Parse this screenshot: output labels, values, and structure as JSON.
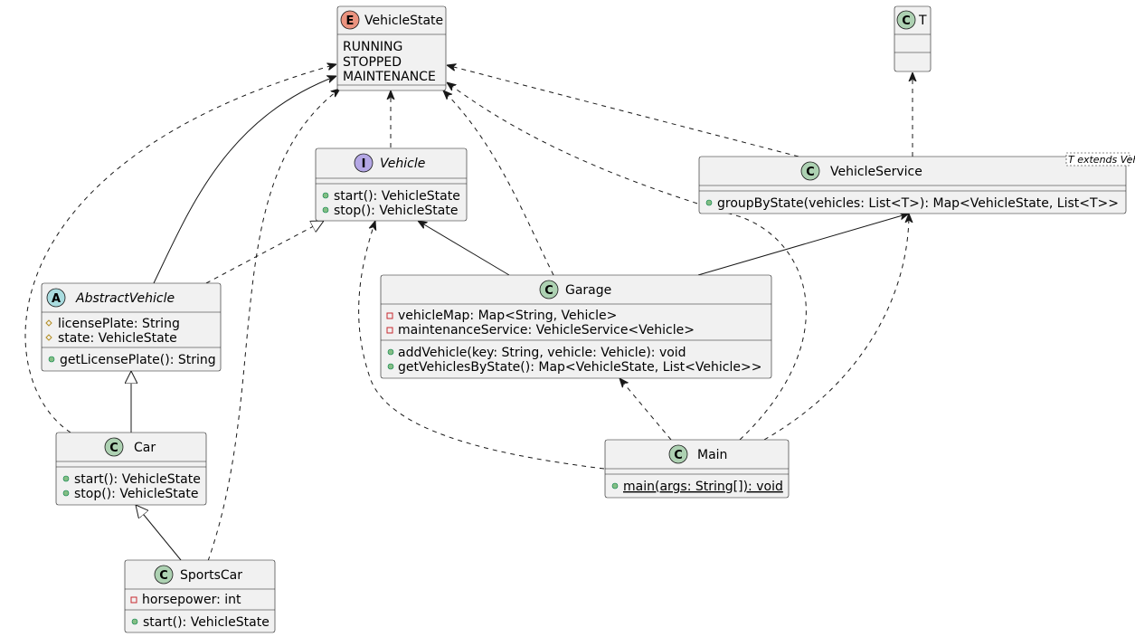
{
  "colors": {
    "class_badge": "#ADD1B2",
    "enum_badge": "#EB937F",
    "interface_badge": "#B4A7E5",
    "abstract_badge": "#A9DCDF",
    "box_fill": "#F1F1F1",
    "public_marker": "#84BE84",
    "private_marker": "#C82930",
    "protected_marker": "#B38D22"
  },
  "vehicle_state": {
    "badge": "E",
    "name": "VehicleState",
    "literals": [
      "RUNNING",
      "STOPPED",
      "MAINTENANCE"
    ]
  },
  "t_class": {
    "badge": "C",
    "name": "T"
  },
  "vehicle": {
    "badge": "I",
    "name": "Vehicle",
    "methods": [
      "start(): VehicleState",
      "stop(): VehicleState"
    ]
  },
  "vehicle_service": {
    "badge": "C",
    "name": "VehicleService",
    "generic": "T extends Vehicle",
    "methods": [
      "groupByState(vehicles: List<T>): Map<VehicleState, List<T>>"
    ]
  },
  "abstract_vehicle": {
    "badge": "A",
    "name": "AbstractVehicle",
    "fields": [
      "licensePlate: String",
      "state: VehicleState"
    ],
    "methods": [
      "getLicensePlate(): String"
    ]
  },
  "garage": {
    "badge": "C",
    "name": "Garage",
    "fields": [
      "vehicleMap: Map<String, Vehicle>",
      "maintenanceService: VehicleService<Vehicle>"
    ],
    "methods": [
      "addVehicle(key: String, vehicle: Vehicle): void",
      "getVehiclesByState(): Map<VehicleState, List<Vehicle>>"
    ]
  },
  "car": {
    "badge": "C",
    "name": "Car",
    "methods": [
      "start(): VehicleState",
      "stop(): VehicleState"
    ]
  },
  "main": {
    "badge": "C",
    "name": "Main",
    "methods": [
      "main(args: String[]): void"
    ]
  },
  "sports_car": {
    "badge": "C",
    "name": "SportsCar",
    "fields": [
      "horsepower: int"
    ],
    "methods": [
      "start(): VehicleState"
    ]
  }
}
